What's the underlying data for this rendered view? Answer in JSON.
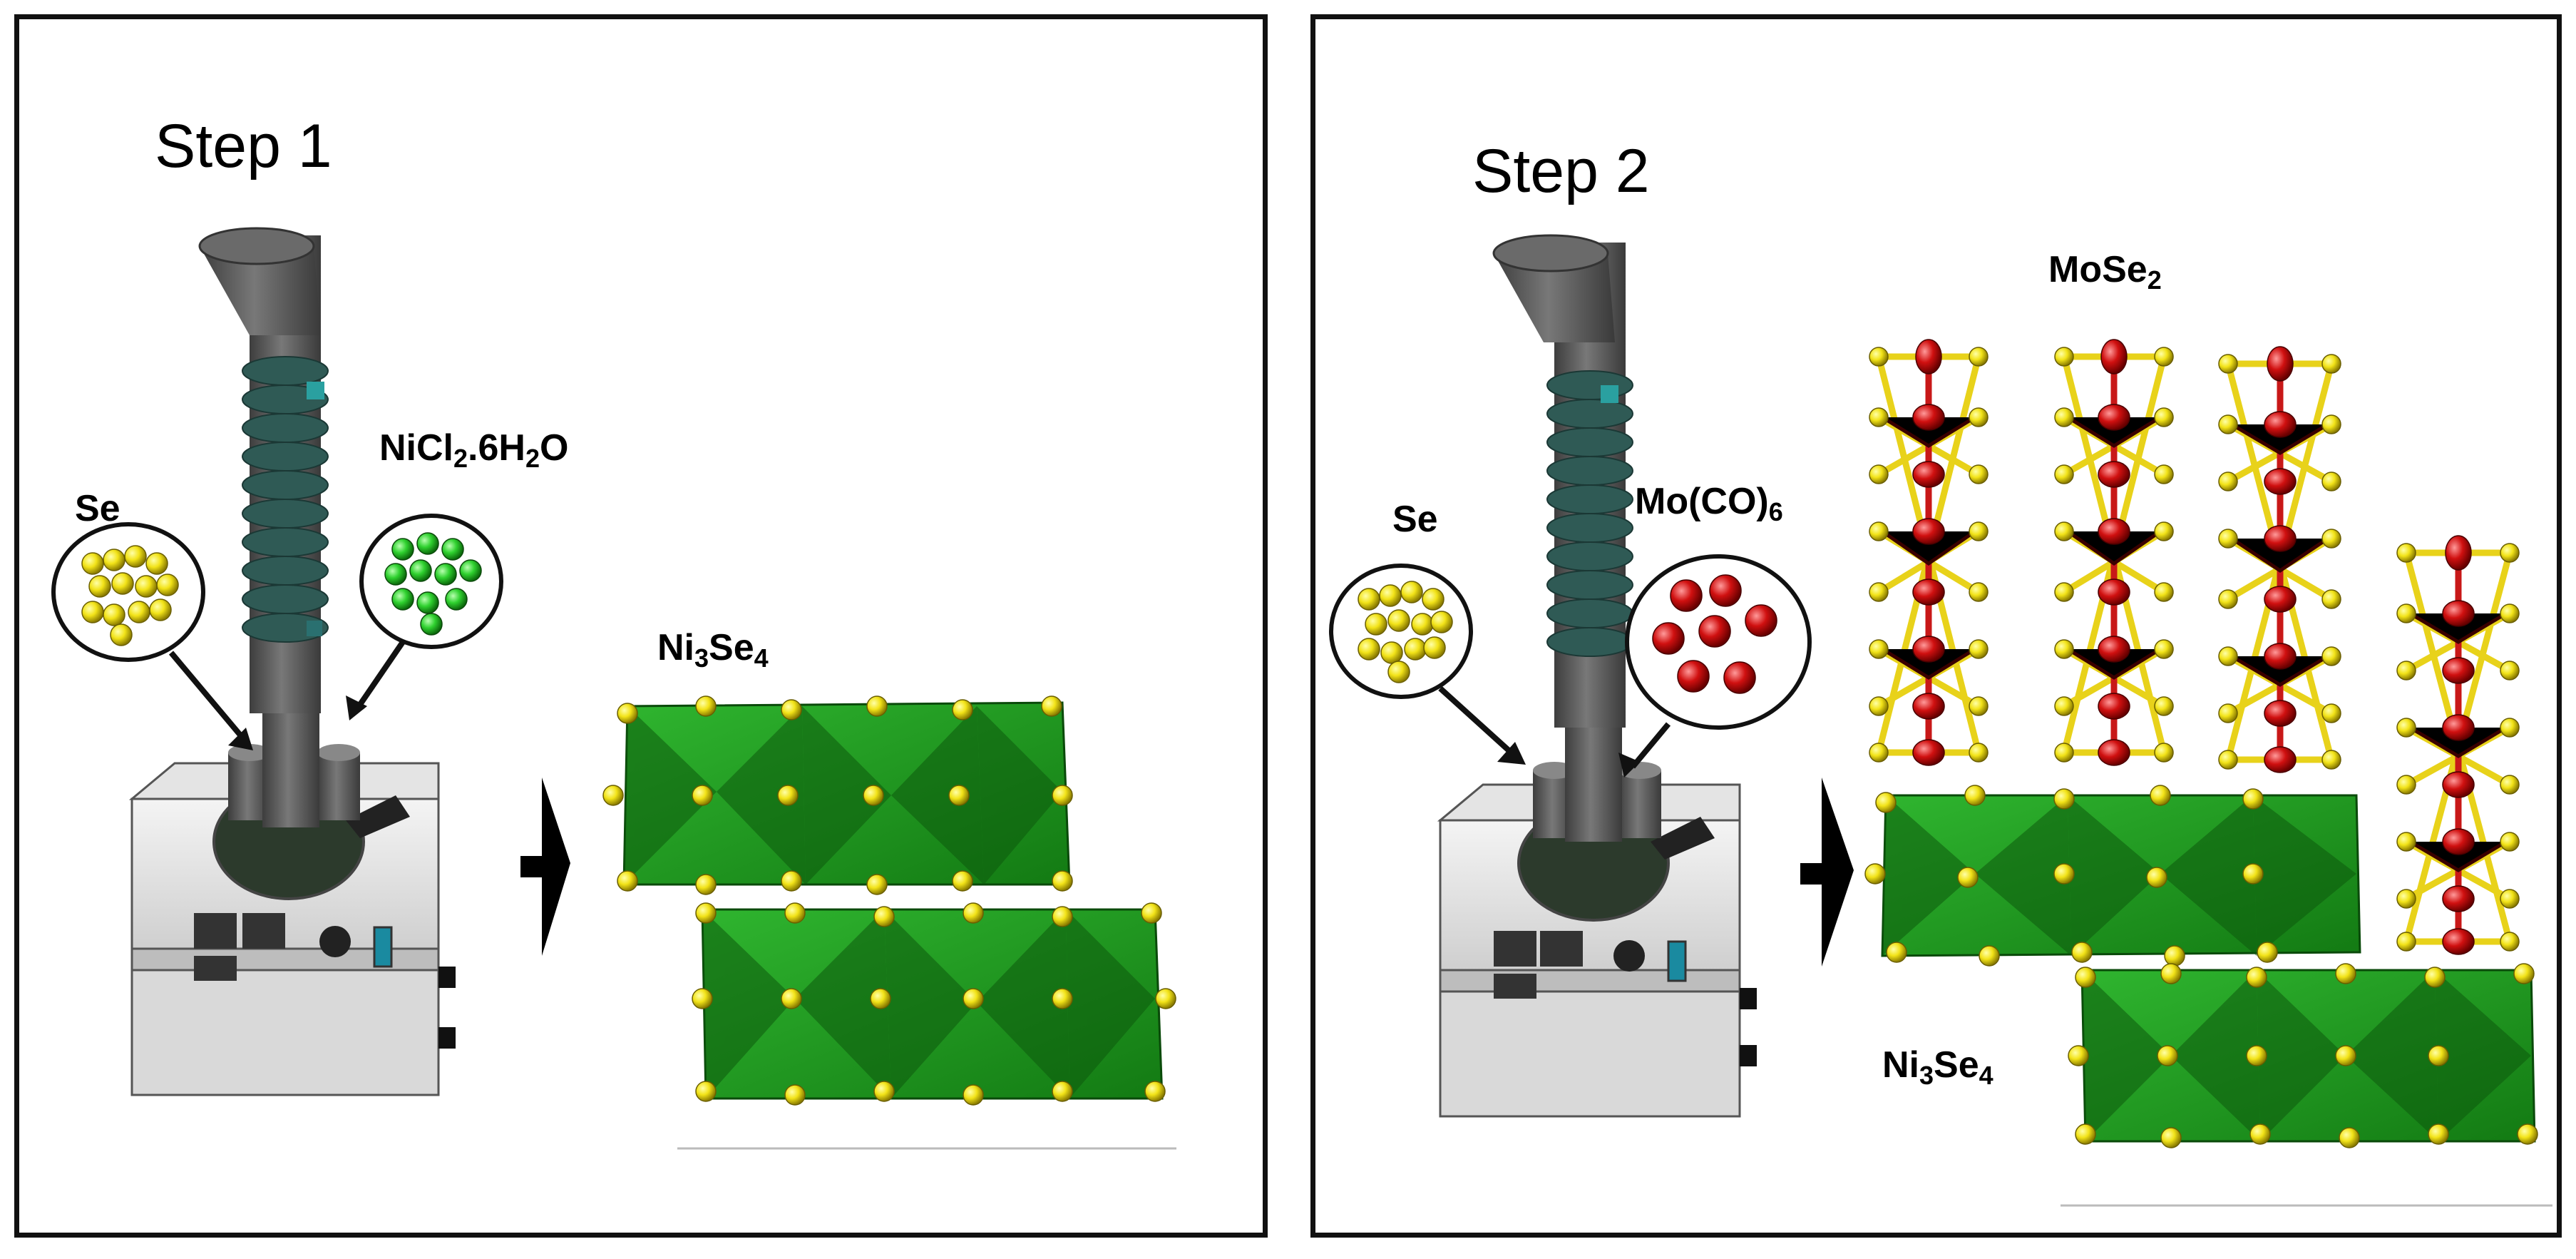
{
  "step1": {
    "title": "Step 1",
    "reagent_a": "Se",
    "reagent_b": {
      "main": "NiCl",
      "sub": "2",
      "rest": ".6H",
      "sub2": "2",
      "tail": "O"
    },
    "product": {
      "a": "Ni",
      "a_sub": "3",
      "b": "Se",
      "b_sub": "4"
    }
  },
  "step2": {
    "title": "Step 2",
    "reagent_a": "Se",
    "reagent_b": {
      "main": "Mo(CO)",
      "sub": "6"
    },
    "product_top": {
      "a": "MoSe",
      "a_sub": "2"
    },
    "product_bottom": {
      "a": "Ni",
      "a_sub": "3",
      "b": "Se",
      "b_sub": "4"
    }
  },
  "colors": {
    "selenium": "#f2e318",
    "nickel_precursor": "#2fd12f",
    "molybdenum": "#d01010",
    "octahedra": "#1f9a1f",
    "apparatus": "#5b5b5b",
    "bond_yellow": "#e8d21a",
    "bond_red": "#c81818"
  }
}
